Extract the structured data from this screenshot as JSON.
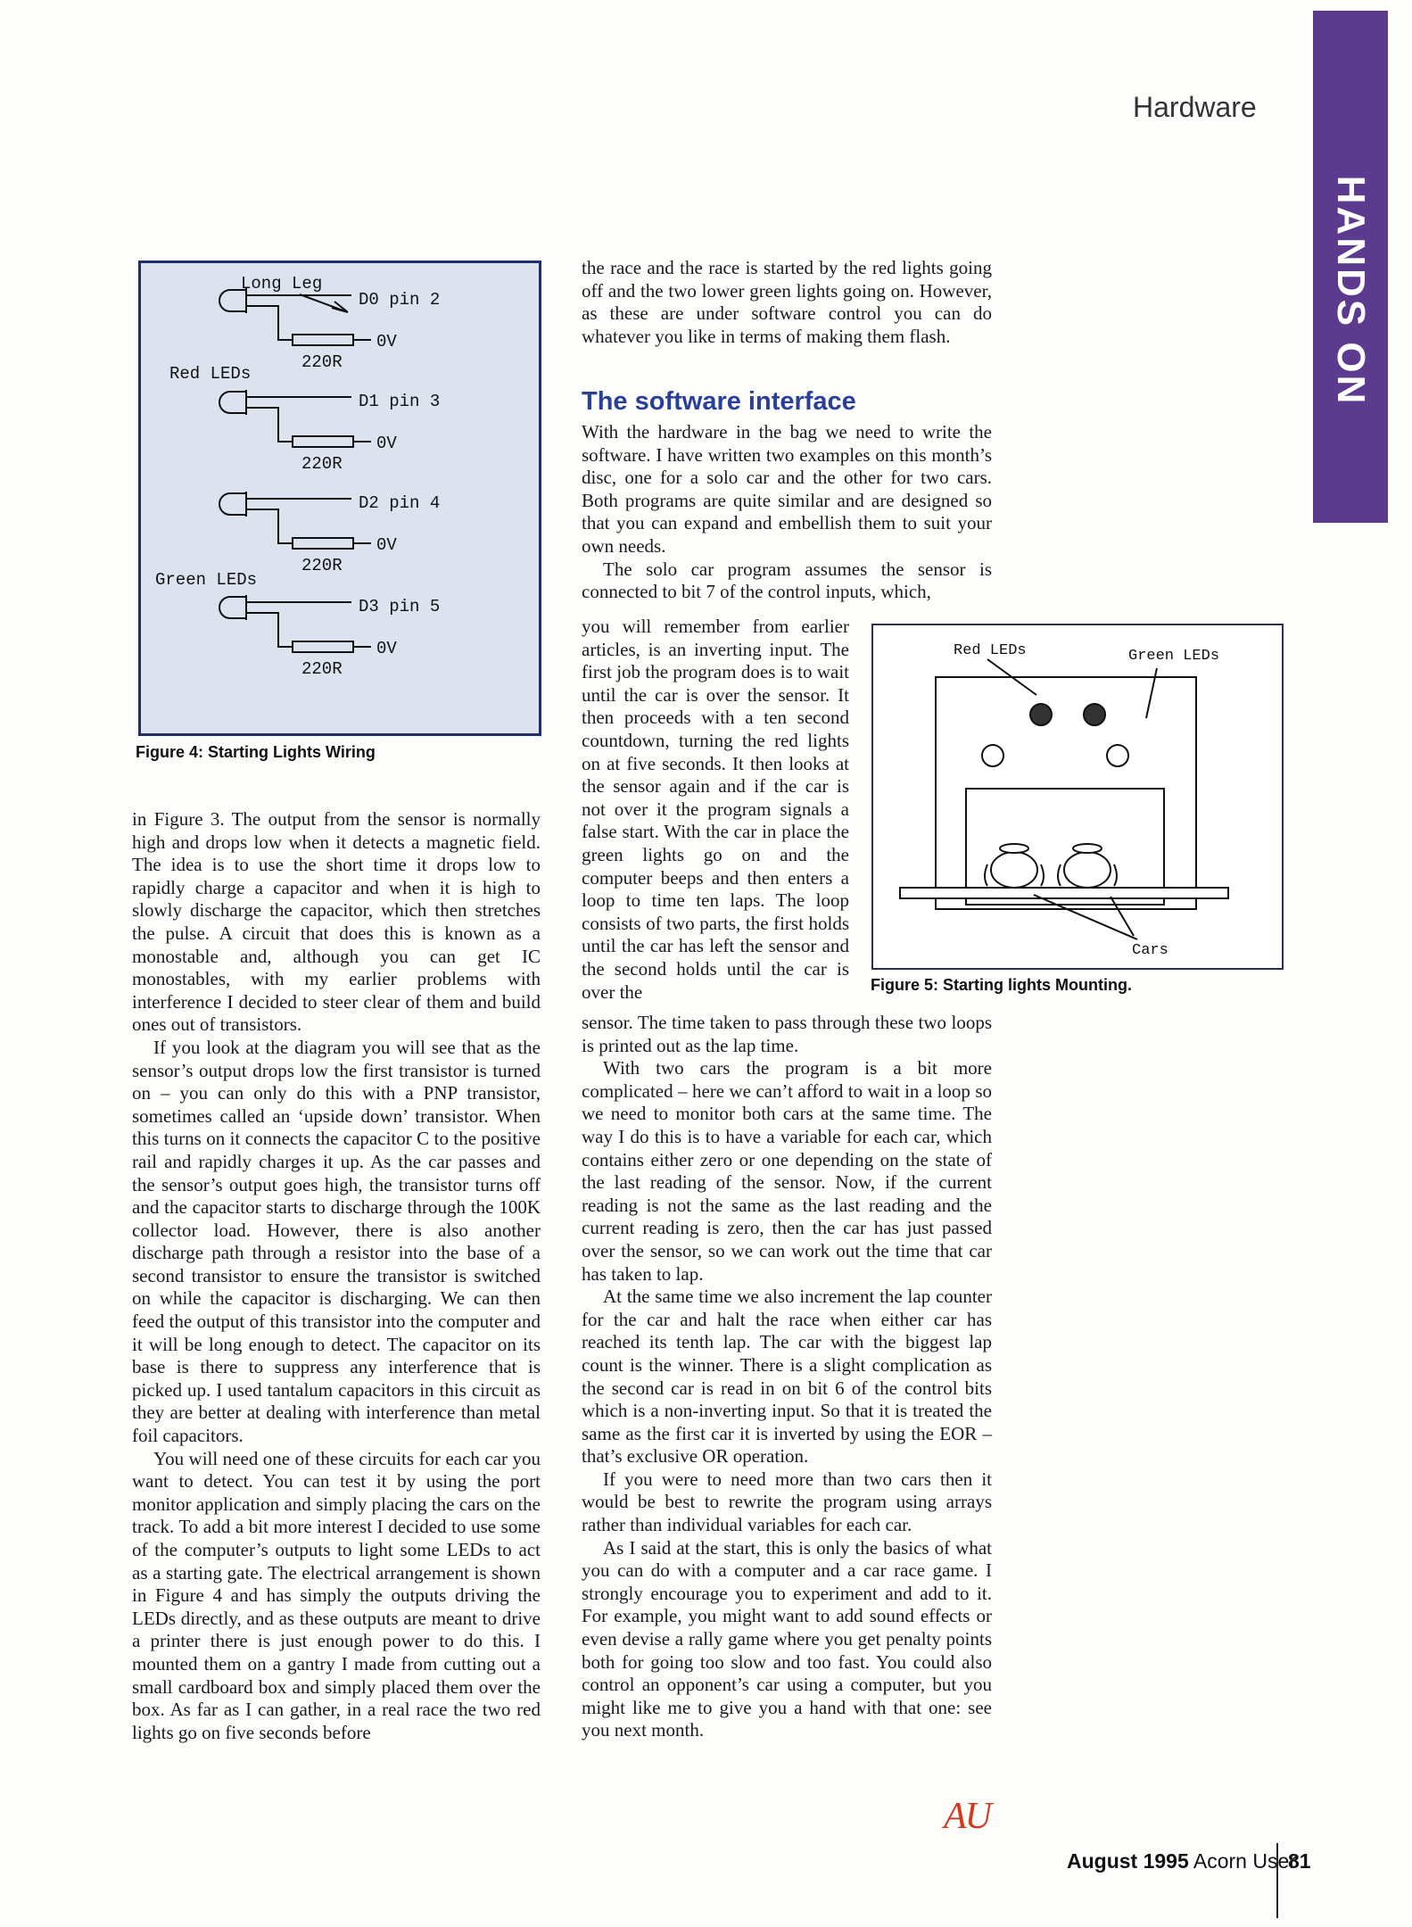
{
  "header": {
    "section": "Hardware",
    "tab": "HANDS ON"
  },
  "figure4": {
    "caption": "Figure 4: Starting Lights Wiring",
    "long_leg": "Long Leg",
    "red_leds": "Red LEDs",
    "green_leds": "Green LEDs",
    "pins": [
      "D0 pin 2",
      "D1 pin 3",
      "D2 pin 4",
      "D3 pin 5"
    ],
    "ground": "0V",
    "resistor": "220R"
  },
  "figure5": {
    "caption": "Figure 5: Starting lights Mounting.",
    "red_leds": "Red LEDs",
    "green_leds": "Green LEDs",
    "cars": "Cars"
  },
  "left_column": [
    "in Figure 3. The output from the sensor is normally high and drops low when it detects a magnetic field. The idea is to use the short time it drops low to rapidly charge a capacitor and when it is high to slowly discharge the capacitor, which then stretches the pulse. A circuit that does this is known as a monostable and, although you can get IC monostables, with my earlier problems with interference I decided to steer clear of them and build ones out of transistors.",
    "If you look at the diagram you will see that as the sensor’s output drops low the first transistor is turned on – you can only do this with a PNP transistor, sometimes called an ‘upside down’ transistor. When this turns on it connects the capacitor C to the positive rail and rapidly charges it up. As the car passes and the sensor’s output goes high, the transistor turns off and the capacitor starts to discharge through the 100K collector load. However, there is also another discharge path through a resistor into the base of a second transistor to ensure the transistor is switched on while the capacitor is discharging. We can then feed the output of this transistor into the computer and it will be long enough to detect. The capacitor on its base is there to suppress any interference that is picked up. I used tantalum capacitors in this circuit as they are better at dealing with interference than metal foil capacitors.",
    "You will need one of these circuits for each car you want to detect. You can test it by using the port monitor application and simply placing the cars on the track. To add a bit more interest I decided to use some of the computer’s outputs to light some LEDs to act as a starting gate. The electrical arrangement is shown in Figure 4 and has simply the outputs driving the LEDs directly, and as these outputs are meant to drive a printer there is just enough power to do this. I mounted them on a gantry I made from cutting out a small cardboard box and simply placed them over the box. As far as I can gather, in a real race the two red lights go on five seconds before"
  ],
  "right_top": "the race and the race is started by the red lights going off and the two lower green lights going on. However, as these are under software control you can do whatever you like in terms of making them flash.",
  "heading": "The software interface",
  "right_mid": [
    "With the hardware in the bag we need to write the software. I have written two examples on this month’s disc, one for a solo car and the other for two cars. Both programs are quite similar and are designed so that you can expand and embellish them to suit your own needs.",
    "The solo car program assumes the sensor is connected to bit 7 of the control inputs, which,"
  ],
  "right_narrow": "you will remember from earlier articles, is an inverting input. The first job the program does is to wait until the car is over the sensor. It then proceeds with a ten second countdown, turning the red lights on at five seconds. It then looks at the sensor again and if the car is not over it the program signals a false start. With the car in place the green lights go on and the computer beeps and then enters a loop to time ten laps. The loop consists of two parts, the first holds until the car has left the sensor and the second holds until the car is over the",
  "right_bottom": [
    "sensor. The time taken to pass through these two loops is printed out as the lap time.",
    "With two cars the program is a bit more complicated – here we can’t afford to wait in a loop so we need to monitor both cars at the same time. The way I do this is to have a variable for each car, which contains either zero or one depending on the state of the last reading of the sensor. Now, if the current reading is not the same as the last reading and the current reading is zero, then the car has just passed over the sensor, so we can work out the time that car has taken to lap.",
    "At the same time we also increment the lap counter for the car and halt the race when either car has reached its tenth lap. The car with the biggest lap count is the winner. There is a slight complication as the second car is read in on bit 6 of the control bits which is a non-inverting input. So that it is treated the same as the first car it is inverted by using the EOR – that’s exclusive OR operation.",
    "If you were to need more than two cars then it would be best to rewrite the program using arrays rather than individual variables for each car.",
    "As I said at the start, this is only the basics of what you can do with a computer and a car race game. I strongly encourage you to experiment and add to it. For example, you might want to add sound effects or even devise a rally game where you get penalty points both for going too slow and too fast. You could also control an opponent’s car using a computer, but you might like me to give you a hand with that one: see you next month."
  ],
  "logo": "AU",
  "footer": {
    "month": "August 1995",
    "magazine": "Acorn User",
    "page": "81"
  }
}
